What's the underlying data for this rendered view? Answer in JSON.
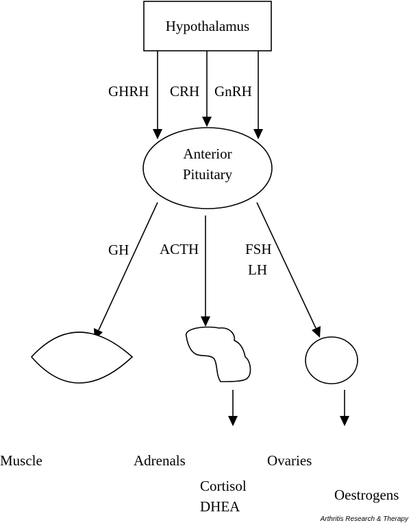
{
  "nodes": {
    "hypothalamus": "Hypothalamus",
    "anterior_pituitary_line1": "Anterior",
    "anterior_pituitary_line2": "Pituitary",
    "muscle": "Muscle",
    "adrenals": "Adrenals",
    "ovaries": "Ovaries"
  },
  "edges": {
    "ghrh": "GHRH",
    "crh": "CRH",
    "gnrh": "GnRH",
    "gh": "GH",
    "acth": "ACTH",
    "fsh": "FSH",
    "lh": "LH"
  },
  "outputs": {
    "cortisol": "Cortisol",
    "dhea": "DHEA",
    "oestrogens": "Oestrogens"
  },
  "credit": "Arthritis Research & Therapy"
}
